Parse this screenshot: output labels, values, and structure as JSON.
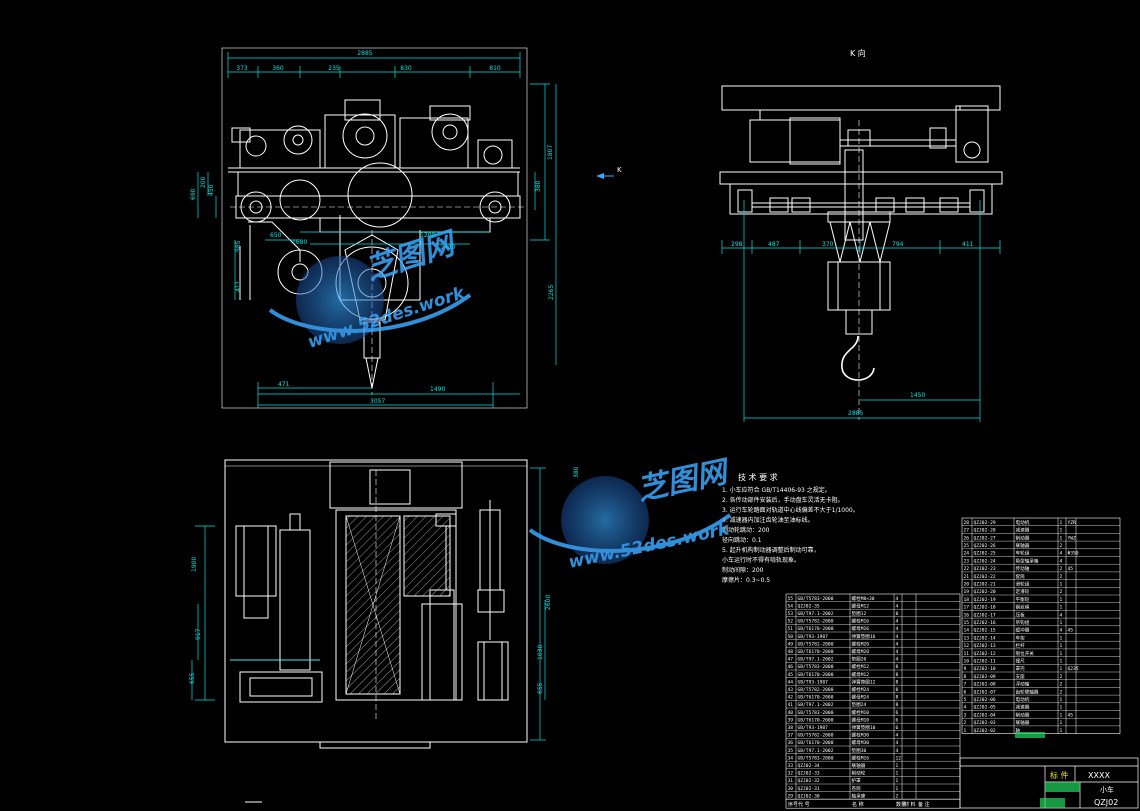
{
  "drawing": {
    "view_label_k": "K 向",
    "arrow_label_k": "K",
    "drawing_number": "QZJ02",
    "part_name": "小车",
    "company": "XXXX",
    "table_header_label": "标 件"
  },
  "dims": {
    "top_total": "2885",
    "top_segments": [
      "373",
      "360",
      "235",
      "830",
      "810"
    ],
    "right_height": "1807",
    "small_right": "380",
    "left_heights": [
      "200",
      "450",
      "690"
    ],
    "mid_1430": "1430",
    "mid_1680": "1680",
    "mid_1200": "1200",
    "mid_650": "650",
    "side_985": "985",
    "side_411": "411",
    "right_2265": "2265",
    "bottom_471": "471",
    "bottom_1490": "1490",
    "bottom_3057": "3057",
    "kview_bottom": "2885",
    "kview_1450": "1450",
    "kview_segments": [
      "298",
      "487",
      "370",
      "794",
      "411"
    ],
    "plan_right": "2600",
    "plan_top": "380",
    "plan_left": [
      "1900",
      "917",
      "655"
    ],
    "plan_right_small": [
      "1030",
      "655"
    ]
  },
  "notes": {
    "title": "技 术 要 求",
    "lines": [
      "1. 小车应符合 GB/T14406-93 之规定。",
      "2. 各传动部件安装后，手动盘车灵活无卡阻。",
      "3. 运行车轮踏面对轨道中心线偏差不大于1/1000。",
      "4. 减速器内加注齿轮油至油标线。",
      "   制动轮跳动：200",
      "   径向跳动：0.1",
      "5. 起升机构制动器调整后制动可靠，",
      "   小车运行时不得有啃轨现象。",
      "   制动间隙：200",
      "   摩擦片：0.3~0.5"
    ]
  },
  "bom_left": [
    {
      "no": "55",
      "code": "GB/T5783-2000",
      "name": "螺栓M8×30",
      "qty": "4"
    },
    {
      "no": "54",
      "code": "QZJ02-35",
      "name": "螺母M12",
      "qty": "4"
    },
    {
      "no": "53",
      "code": "GB/T97.1-2002",
      "name": "垫圈12",
      "qty": "8"
    },
    {
      "no": "52",
      "code": "GB/T5782-2000",
      "name": "螺栓M16",
      "qty": "4"
    },
    {
      "no": "51",
      "code": "GB/T6170-2000",
      "name": "螺母M16",
      "qty": "4"
    },
    {
      "no": "50",
      "code": "GB/T93-1987",
      "name": "弹簧垫圈16",
      "qty": "4"
    },
    {
      "no": "49",
      "code": "GB/T5782-2000",
      "name": "螺栓M20",
      "qty": "4"
    },
    {
      "no": "48",
      "code": "GB/T6170-2000",
      "name": "螺母M20",
      "qty": "4"
    },
    {
      "no": "47",
      "code": "GB/T97.1-2002",
      "name": "垫圈20",
      "qty": "4"
    },
    {
      "no": "46",
      "code": "GB/T5783-2000",
      "name": "螺栓M12",
      "qty": "8"
    },
    {
      "no": "45",
      "code": "GB/T6170-2000",
      "name": "螺母M12",
      "qty": "8"
    },
    {
      "no": "44",
      "code": "GB/T93-1987",
      "name": "弹簧垫圈12",
      "qty": "8"
    },
    {
      "no": "43",
      "code": "GB/T5782-2000",
      "name": "螺栓M24",
      "qty": "8"
    },
    {
      "no": "42",
      "code": "GB/T6170-2000",
      "name": "螺母M24",
      "qty": "8"
    },
    {
      "no": "41",
      "code": "GB/T97.1-2002",
      "name": "垫圈24",
      "qty": "8"
    },
    {
      "no": "40",
      "code": "GB/T5783-2000",
      "name": "螺栓M10",
      "qty": "6"
    },
    {
      "no": "39",
      "code": "GB/T6170-2000",
      "name": "螺母M10",
      "qty": "6"
    },
    {
      "no": "38",
      "code": "GB/T93-1987",
      "name": "弹簧垫圈10",
      "qty": "6"
    },
    {
      "no": "37",
      "code": "GB/T5782-2000",
      "name": "螺栓M30",
      "qty": "4"
    },
    {
      "no": "36",
      "code": "GB/T6170-2000",
      "name": "螺母M30",
      "qty": "4"
    },
    {
      "no": "35",
      "code": "GB/T97.1-2002",
      "name": "垫圈30",
      "qty": "4"
    },
    {
      "no": "34",
      "code": "GB/T5783-2000",
      "name": "螺栓M16",
      "qty": "12"
    },
    {
      "no": "33",
      "code": "QZJ02-34",
      "name": "联轴器",
      "qty": "1"
    },
    {
      "no": "32",
      "code": "QZJ02-33",
      "name": "制动轮",
      "qty": "1"
    },
    {
      "no": "31",
      "code": "QZJ02-32",
      "name": "护罩",
      "qty": "1"
    },
    {
      "no": "30",
      "code": "QZJ02-31",
      "name": "卷筒",
      "qty": "1"
    },
    {
      "no": "29",
      "code": "QZJ02-30",
      "name": "轴承座",
      "qty": "2"
    }
  ],
  "bom_right": [
    {
      "no": "28",
      "code": "QZJ02-29",
      "name": "电动机",
      "qty": "1",
      "note": "YZR"
    },
    {
      "no": "27",
      "code": "QZJ02-28",
      "name": "减速器",
      "qty": "1",
      "note": ""
    },
    {
      "no": "26",
      "code": "QZJ02-27",
      "name": "制动器",
      "qty": "1",
      "note": "YWZ"
    },
    {
      "no": "25",
      "code": "QZJ02-26",
      "name": "联轴器",
      "qty": "2",
      "note": ""
    },
    {
      "no": "24",
      "code": "QZJ02-25",
      "name": "车轮组",
      "qty": "4",
      "note": "Φ350"
    },
    {
      "no": "23",
      "code": "QZJ02-24",
      "name": "角型轴承箱",
      "qty": "4",
      "note": ""
    },
    {
      "no": "22",
      "code": "QZJ02-23",
      "name": "传动轴",
      "qty": "2",
      "note": "45"
    },
    {
      "no": "21",
      "code": "QZJ02-22",
      "name": "套筒",
      "qty": "2",
      "note": ""
    },
    {
      "no": "20",
      "code": "QZJ02-21",
      "name": "滑轮组",
      "qty": "1",
      "note": ""
    },
    {
      "no": "19",
      "code": "QZJ02-20",
      "name": "定滑轮",
      "qty": "2",
      "note": ""
    },
    {
      "no": "18",
      "code": "QZJ02-19",
      "name": "平衡轮",
      "qty": "1",
      "note": ""
    },
    {
      "no": "17",
      "code": "QZJ02-18",
      "name": "钢丝绳",
      "qty": "1",
      "note": ""
    },
    {
      "no": "16",
      "code": "QZJ02-17",
      "name": "压板",
      "qty": "4",
      "note": ""
    },
    {
      "no": "15",
      "code": "QZJ02-16",
      "name": "吊钩组",
      "qty": "1",
      "note": ""
    },
    {
      "no": "14",
      "code": "QZJ02-15",
      "name": "缓冲器",
      "qty": "4",
      "note": "45"
    },
    {
      "no": "13",
      "code": "QZJ02-14",
      "name": "车架",
      "qty": "1",
      "note": ""
    },
    {
      "no": "12",
      "code": "QZJ02-13",
      "name": "栏杆",
      "qty": "1",
      "note": ""
    },
    {
      "no": "11",
      "code": "QZJ02-12",
      "name": "限位开关",
      "qty": "1",
      "note": ""
    },
    {
      "no": "10",
      "code": "QZJ02-11",
      "name": "撞尺",
      "qty": "1",
      "note": ""
    },
    {
      "no": "9",
      "code": "QZJ02-10",
      "name": "罩壳",
      "qty": "1",
      "note": "Q235"
    },
    {
      "no": "8",
      "code": "QZJ02-09",
      "name": "支座",
      "qty": "2",
      "note": ""
    },
    {
      "no": "7",
      "code": "QZJ02-08",
      "name": "浮动轴",
      "qty": "2",
      "note": ""
    },
    {
      "no": "6",
      "code": "QZJ02-07",
      "name": "齿轮联轴器",
      "qty": "2",
      "note": ""
    },
    {
      "no": "5",
      "code": "QZJ02-06",
      "name": "电动机",
      "qty": "1",
      "note": ""
    },
    {
      "no": "4",
      "code": "QZJ02-05",
      "name": "减速器",
      "qty": "1",
      "note": ""
    },
    {
      "no": "3",
      "code": "QZJ02-04",
      "name": "制动器",
      "qty": "1",
      "note": "45"
    },
    {
      "no": "2",
      "code": "QZJ02-03",
      "name": "联轴器",
      "qty": "1",
      "note": ""
    },
    {
      "no": "1",
      "code": "QZJ02-02",
      "name": "轴",
      "qty": "1",
      "note": ""
    }
  ],
  "bom_headers": [
    "序号",
    "代 号",
    "名 称",
    "数量",
    "材 料",
    "备 注"
  ],
  "watermark": {
    "cn": "芝图网",
    "url": "www.52des.work"
  },
  "colors": {
    "line": "#ffffff",
    "dim": "#00e5e5",
    "accent": "#3aa9ff",
    "green": "#24d860",
    "yellow": "#e8e800"
  }
}
